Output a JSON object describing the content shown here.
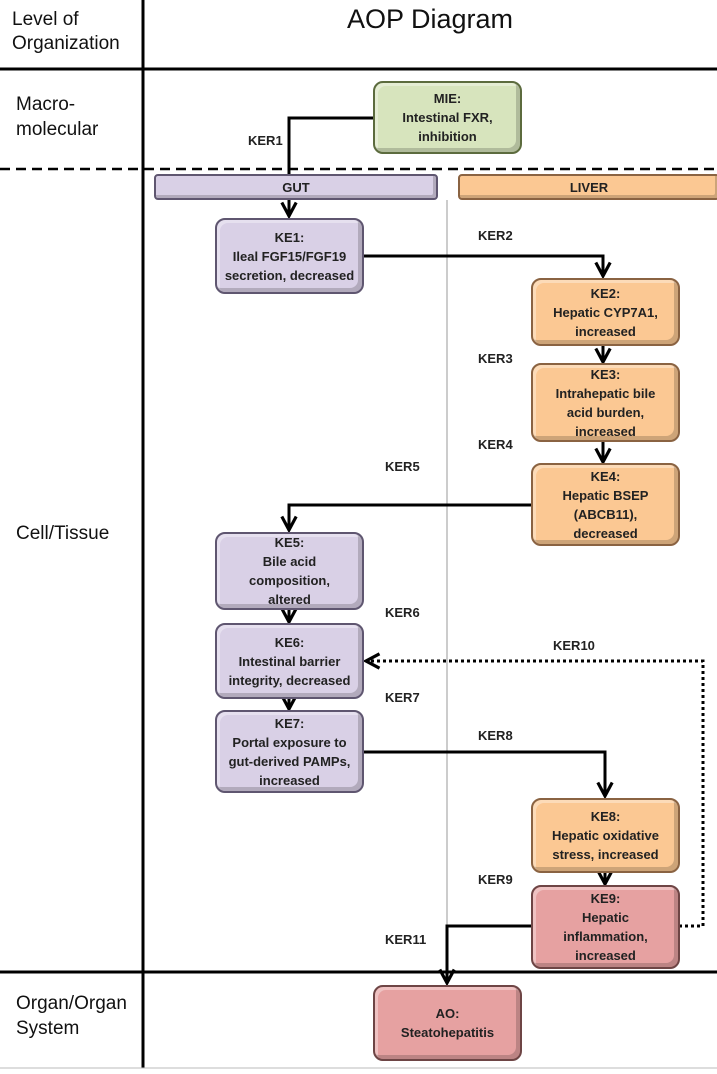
{
  "header": {
    "level_label": "Level of\nOrganization",
    "title": "AOP Diagram"
  },
  "levels": {
    "macromolecular": "Macro-\nmolecular",
    "cell_tissue": "Cell/Tissue",
    "organ": "Organ/Organ\nSystem"
  },
  "compartments": {
    "gut": "GUT",
    "liver": "LIVER"
  },
  "colors": {
    "mie": "#d7e4bd",
    "gut": "#d9d0e6",
    "liver": "#fbc893",
    "adverse": "#e6a1a1"
  },
  "nodes": {
    "mie": "MIE:\nIntestinal FXR,\ninhibition",
    "ke1": "KE1:\nIleal FGF15/FGF19\nsecretion, decreased",
    "ke2": "KE2:\nHepatic CYP7A1,\nincreased",
    "ke3": "KE3:\nIntrahepatic bile\nacid burden,\nincreased",
    "ke4": "KE4:\nHepatic BSEP\n(ABCB11),\ndecreased",
    "ke5": "KE5:\nBile acid\ncomposition,\naltered",
    "ke6": "KE6:\nIntestinal barrier\nintegrity, decreased",
    "ke7": "KE7:\nPortal exposure to\ngut-derived PAMPs,\nincreased",
    "ke8": "KE8:\nHepatic oxidative\nstress, increased",
    "ke9": "KE9:\nHepatic\ninflammation,\nincreased",
    "ao": "AO:\nSteatohepatitis"
  },
  "kers": {
    "ker1": "KER1",
    "ker2": "KER2",
    "ker3": "KER3",
    "ker4": "KER4",
    "ker5": "KER5",
    "ker6": "KER6",
    "ker7": "KER7",
    "ker8": "KER8",
    "ker9": "KER9",
    "ker10": "KER10",
    "ker11": "KER11"
  }
}
